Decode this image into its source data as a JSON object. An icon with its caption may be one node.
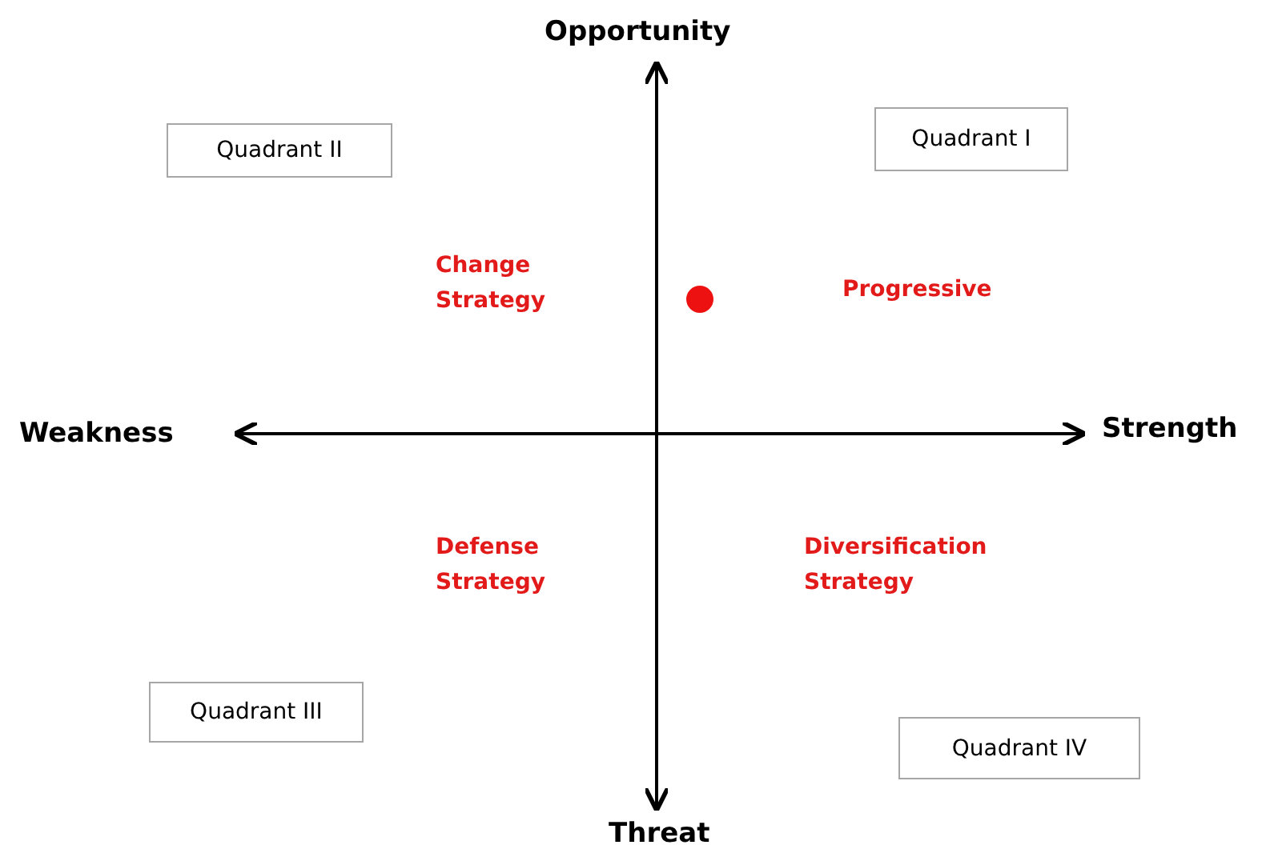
{
  "diagram": {
    "nodes": [
      {
        "text": [
          "Quadrant II"
        ]
      },
      {
        "text": [
          "Quadrant I"
        ]
      },
      {
        "text": [
          "Quadrant III"
        ]
      },
      {
        "text": [
          "Quadrant IV"
        ]
      }
    ],
    "edges": [],
    "labels": [
      "Opportunity",
      "Change Strategy",
      "Progressive",
      "Weakness",
      "Strength",
      "Defense Strategy",
      "Diversification Strategy",
      "Threat"
    ]
  }
}
